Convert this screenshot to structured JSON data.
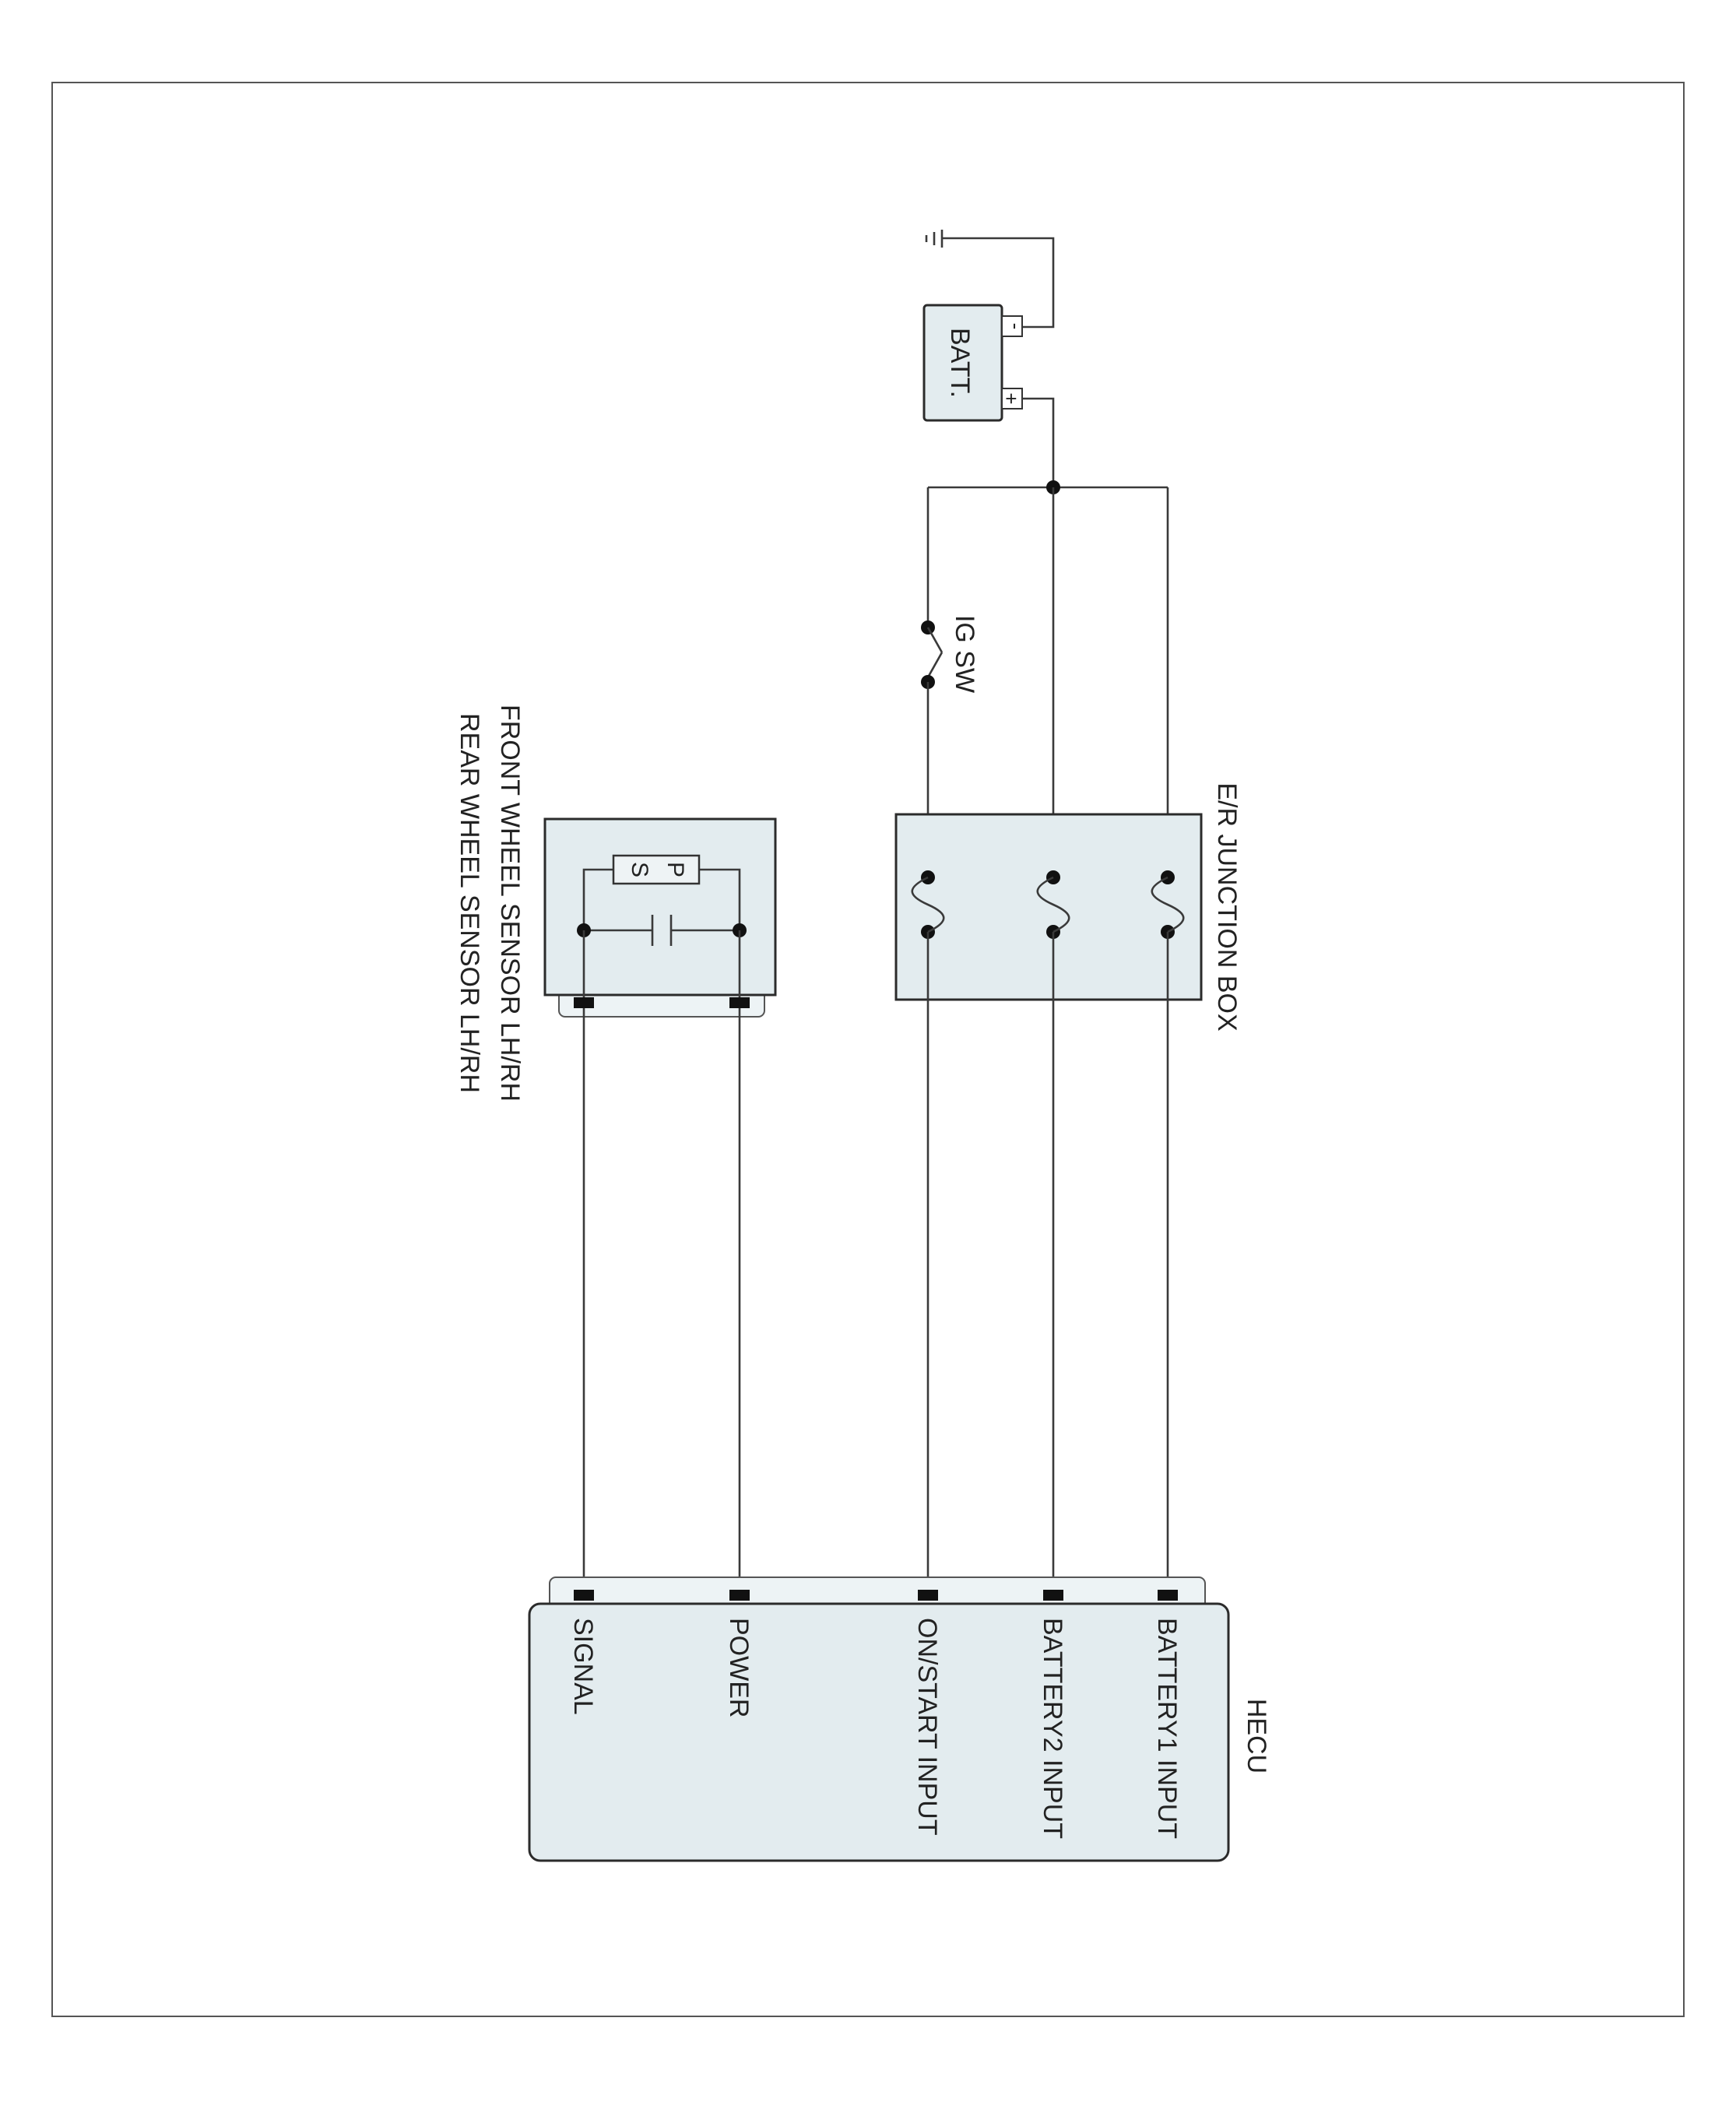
{
  "labels": {
    "battery": "BATT.",
    "battery_neg": "-",
    "battery_pos": "+",
    "ig_switch": "IG SW",
    "junction_box": "E/R JUNCTION BOX",
    "sensor_line1": "FRONT WHEEL SENSOR LH/RH",
    "sensor_line2": "REAR WHEEL SENSOR LH/RH",
    "sensor_p": "P",
    "sensor_s": "S",
    "hecu": "HECU"
  },
  "hecu_pins": {
    "battery1": "BATTERY1 INPUT",
    "battery2": "BATTERY2 INPUT",
    "on_start": "ON/START INPUT",
    "power": "POWER",
    "signal": "SIGNAL"
  },
  "colors": {
    "box_fill": "#e3ecef",
    "wire": "#3a3a3a"
  }
}
